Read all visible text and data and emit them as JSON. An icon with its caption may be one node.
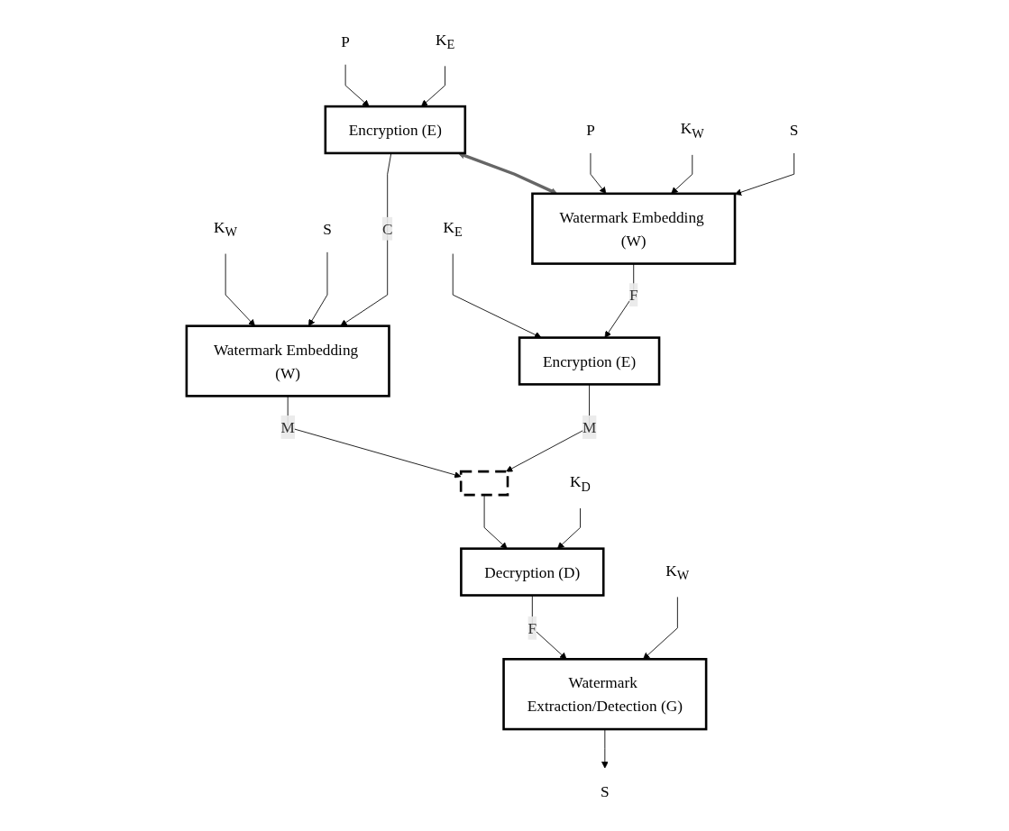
{
  "diagram": {
    "nodes": [
      {
        "text": [
          "P"
        ]
      },
      {
        "text": [
          "K$_{E}$"
        ]
      },
      {
        "text": [
          "Encryption (E)"
        ]
      },
      {
        "text": [
          "K$_{W}$"
        ]
      },
      {
        "text": [
          "Watermark Embedding (W)"
        ]
      },
      {
        "text": [
          "S"
        ]
      },
      {
        "text": [
          "P"
        ]
      },
      {
        "text": [
          "K$_{W}$"
        ]
      },
      {
        "text": [
          "Watermark Embedding (W)"
        ]
      },
      {
        "text": [
          "S"
        ]
      },
      {
        "text": [
          "K$_{E}$"
        ]
      },
      {
        "text": [
          "Encryption (E)"
        ]
      },
      {
        "text": [],
        "shape": "bar"
      },
      {
        "text": [
          "K$_{D}$"
        ]
      },
      {
        "text": [
          "Decryption (D)"
        ]
      },
      {
        "text": [
          "K$_{W}$"
        ]
      },
      {
        "text": [
          "Watermark Extraction/Detection (G)"
        ]
      },
      {
        "text": [
          "S"
        ]
      }
    ],
    "edges": [
      {
        "from": 0,
        "to": 2,
        "arrow": "to"
      },
      {
        "from": 1,
        "to": 2,
        "arrow": "to"
      },
      {
        "from": 2,
        "to": 4,
        "label": "C",
        "arrow": "to"
      },
      {
        "from": 3,
        "to": 4,
        "arrow": "to"
      },
      {
        "from": 5,
        "to": 4,
        "arrow": "to"
      },
      {
        "from": 4,
        "to": 12,
        "label": "M",
        "arrow": "to"
      },
      {
        "from": 6,
        "to": 8,
        "arrow": "to"
      },
      {
        "from": 7,
        "to": 8,
        "arrow": "to"
      },
      {
        "from": 9,
        "to": 8,
        "arrow": "to"
      },
      {
        "from": 8,
        "to": 11,
        "label": "F",
        "arrow": "to"
      },
      {
        "from": 10,
        "to": 11,
        "arrow": "to"
      },
      {
        "from": 11,
        "to": 12,
        "label": "M",
        "arrow": "to"
      },
      {
        "from": 12,
        "to": 14,
        "arrow": "to"
      },
      {
        "from": 13,
        "to": 14,
        "arrow": "to"
      },
      {
        "from": 14,
        "to": 16,
        "label": "F",
        "arrow": "to"
      },
      {
        "from": 15,
        "to": 16,
        "arrow": "to"
      },
      {
        "from": 16,
        "to": 17,
        "arrow": "to"
      },
      {
        "from": 2,
        "to": 8,
        "arrow": "both",
        "style": "thick",
        "color": "#666666"
      }
    ]
  }
}
